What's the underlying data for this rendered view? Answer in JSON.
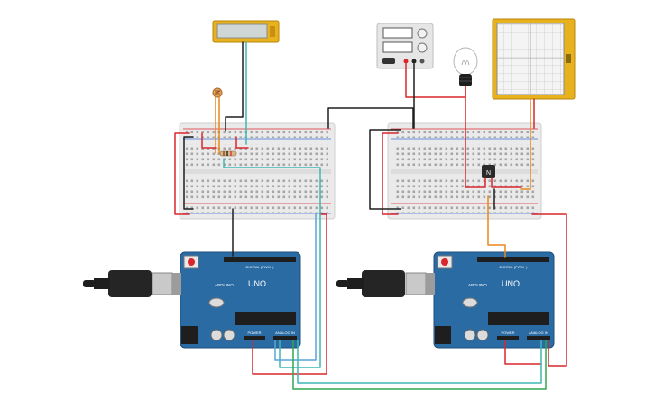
{
  "arduinos": [
    {
      "brand": "ARDUINO",
      "model": "UNO",
      "header_label": "DIGITAL (PWM~)",
      "power_label": "POWER",
      "analog_label": "ANALOG IN"
    },
    {
      "brand": "ARDUINO",
      "model": "UNO",
      "header_label": "DIGITAL (PWM~)",
      "power_label": "POWER",
      "analog_label": "ANALOG IN"
    }
  ],
  "transistor": {
    "label": "N"
  },
  "wire_colors": {
    "red": "#d9262c",
    "black": "#1e1e1e",
    "teal": "#3fb7b3",
    "green": "#2fa84f",
    "orange": "#e8891b",
    "board": "#2a6ba3",
    "breadboard": "#e9e9e9"
  }
}
